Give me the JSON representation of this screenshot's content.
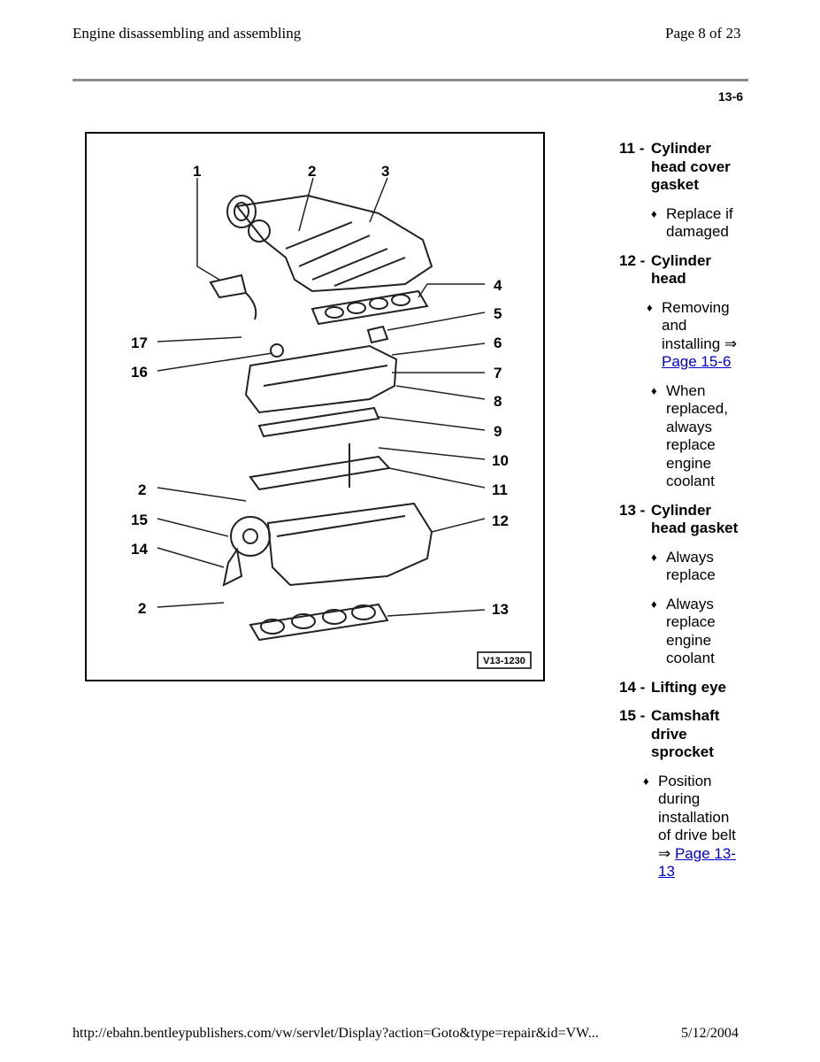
{
  "header": {
    "title": "Engine disassembling and assembling",
    "page": "Page 8 of 23"
  },
  "section": "13-6",
  "figure": {
    "code": "V13-1230",
    "callouts_left": [
      "1",
      "2",
      "17",
      "16",
      "2",
      "15",
      "14",
      "2"
    ],
    "callouts_right": [
      "3",
      "4",
      "5",
      "6",
      "7",
      "8",
      "9",
      "10",
      "11",
      "12",
      "13"
    ]
  },
  "items": [
    {
      "num": "11 -",
      "name": "Cylinder head cover gasket",
      "subs": [
        {
          "text": "Replace if damaged"
        }
      ]
    },
    {
      "num": "12 -",
      "name": "Cylinder head",
      "subs": [
        {
          "text": "Removing and installing ⇒ ",
          "link": "Page 15-6"
        },
        {
          "text": "When replaced, always replace engine coolant"
        }
      ]
    },
    {
      "num": "13 -",
      "name": "Cylinder head gasket",
      "subs": [
        {
          "text": "Always replace"
        },
        {
          "text": "Always replace engine coolant"
        }
      ]
    },
    {
      "num": "14 -",
      "name": "Lifting eye",
      "subs": []
    },
    {
      "num": "15 -",
      "name": "Camshaft drive sprocket",
      "subs": [
        {
          "text": "Position during installation of drive belt ⇒ ",
          "link": "Page 13-13"
        }
      ]
    }
  ],
  "footer": {
    "url": "http://ebahn.bentleypublishers.com/vw/servlet/Display?action=Goto&type=repair&id=VW...",
    "date": "5/12/2004"
  }
}
